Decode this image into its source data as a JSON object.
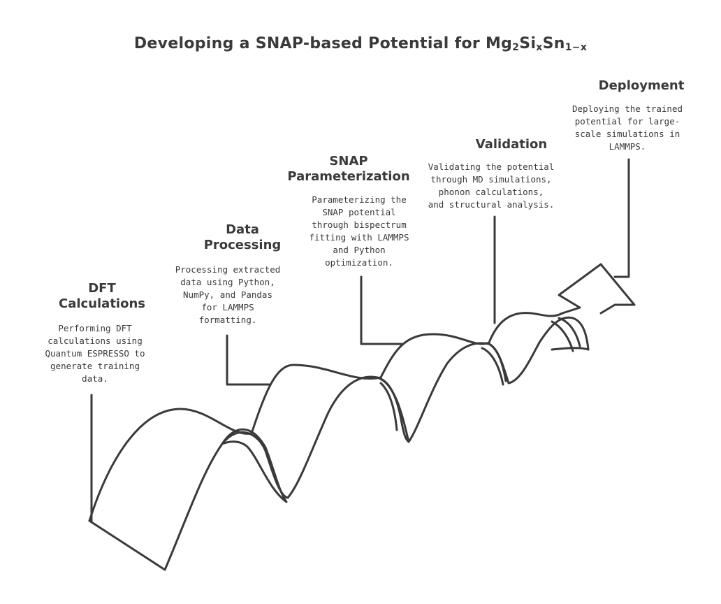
{
  "title": {
    "prefix": "Developing a SNAP-based Potential for Mg",
    "sub_2": "2",
    "si": "Si",
    "sub_x": "x",
    "sn": "Sn",
    "sub_1x": "1−x"
  },
  "steps": [
    {
      "title_lines": [
        "DFT",
        "Calculations"
      ],
      "description_lines": [
        "Performing DFT",
        "calculations using",
        "Quantum ESPRESSO to",
        "generate training",
        "data."
      ]
    },
    {
      "title_lines": [
        "Data",
        "Processing"
      ],
      "description_lines": [
        "Processing extracted",
        "data using Python,",
        "NumPy, and Pandas",
        "for LAMMPS",
        "formatting."
      ]
    },
    {
      "title_lines": [
        "SNAP",
        "Parameterization"
      ],
      "description_lines": [
        "Parameterizing the",
        "SNAP potential",
        "through bispectrum",
        "fitting with LAMMPS",
        "and Python",
        "optimization."
      ]
    },
    {
      "title_lines": [
        "Validation"
      ],
      "description_lines": [
        "Validating the potential",
        "through MD simulations,",
        "phonon calculations,",
        "and structural analysis."
      ]
    },
    {
      "title_lines": [
        "Deployment"
      ],
      "description_lines": [
        "Deploying the trained",
        "potential for large-",
        "scale simulations in",
        "LAMMPS."
      ]
    }
  ]
}
